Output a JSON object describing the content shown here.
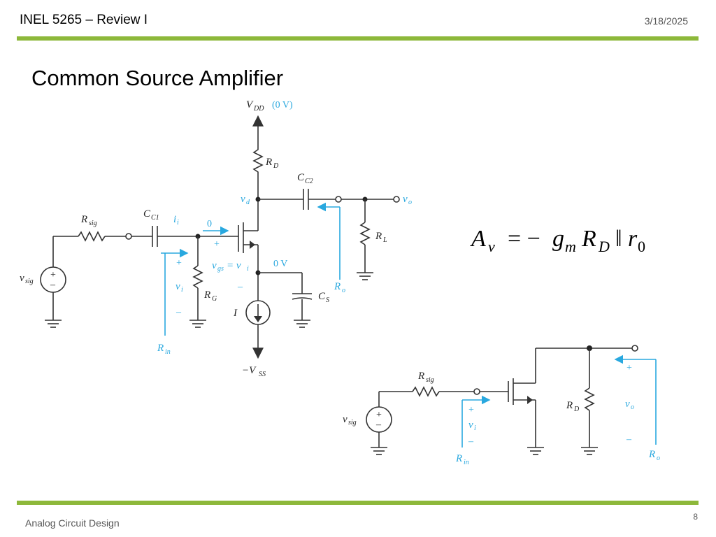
{
  "header": {
    "title": "INEL 5265 – Review I",
    "date": "3/18/2025"
  },
  "slide": {
    "title": "Common Source Amplifier"
  },
  "footer": {
    "left": "Analog Circuit Design",
    "page": "8"
  },
  "circuit1": {
    "vdd_label": "V",
    "vdd_sub": "DD",
    "vdd_value": "(0 V)",
    "rd": "R",
    "rd_sub": "D",
    "cc2": "C",
    "cc2_sub": "C2",
    "vd": "v",
    "vd_sub": "d",
    "vo": "v",
    "vo_sub": "o",
    "rsig": "R",
    "rsig_sub": "sig",
    "cc1": "C",
    "cc1_sub": "C1",
    "ii": "i",
    "ii_sub": "i",
    "zero": "0",
    "plus": "+",
    "minus": "–",
    "rl": "R",
    "rl_sub": "L",
    "vsig": "v",
    "vsig_sub": "sig",
    "vi": "v",
    "vi_sub": "i",
    "vgs": "v",
    "vgs_sub": "gs",
    "vgs_eq": "= v",
    "vgs_eq_sub": "i",
    "zero_v": "0 V",
    "rg": "R",
    "rg_sub": "G",
    "cs": "C",
    "cs_sub": "S",
    "ro": "R",
    "ro_sub": "o",
    "i_src": "I",
    "rin": "R",
    "rin_sub": "in",
    "vss": "−V",
    "vss_sub": "SS"
  },
  "equation": {
    "a": "A",
    "a_sub": "v",
    "eq": "= −",
    "g": "g",
    "g_sub": "m",
    "r": "R",
    "r_sub": "D",
    "par": "‖",
    "r0": "r",
    "r0_sub": "0"
  },
  "circuit2": {
    "rsig": "R",
    "rsig_sub": "sig",
    "vsig": "v",
    "vsig_sub": "sig",
    "plus": "+",
    "minus": "–",
    "vi": "v",
    "vi_sub": "i",
    "rin": "R",
    "rin_sub": "in",
    "rd": "R",
    "rd_sub": "D",
    "vo": "v",
    "vo_sub": "o",
    "ro": "R",
    "ro_sub": "o"
  }
}
